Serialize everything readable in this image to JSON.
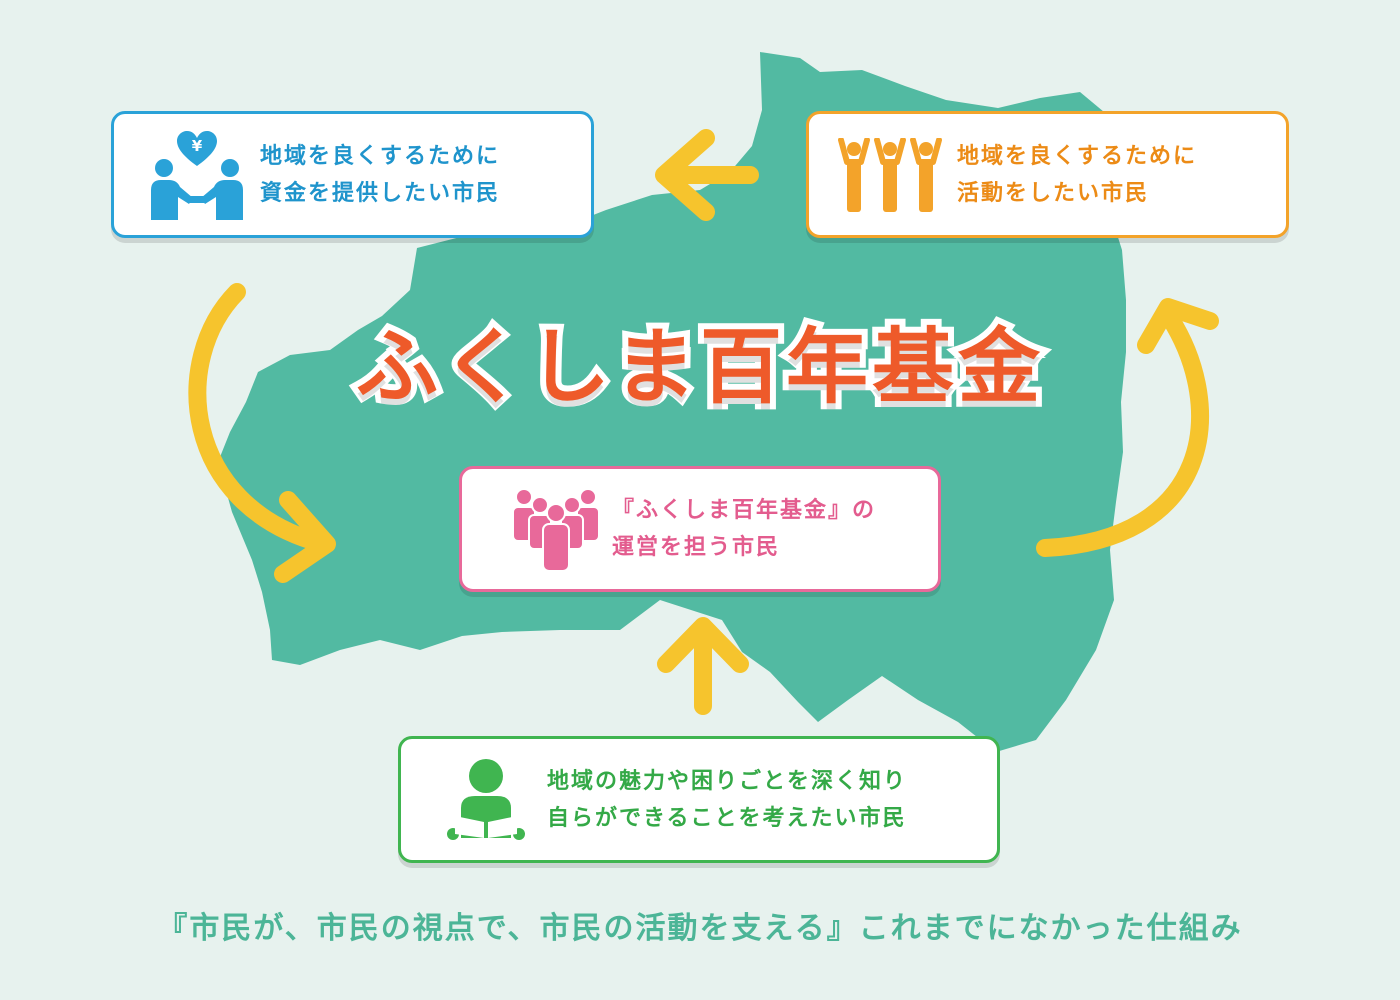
{
  "title": "ふくしま百年基金",
  "tagline": "『市民が、市民の視点で、市民の活動を支える』これまでになかった仕組み",
  "nodes": {
    "funders": {
      "line1": "地域を良くするために",
      "line2": "資金を提供したい市民",
      "icon": "handshake-yen-heart-icon",
      "heart_text": "¥",
      "color": "#2aa2d8"
    },
    "activists": {
      "line1": "地域を良くするために",
      "line2": "活動をしたい市民",
      "icon": "people-cheering-icon",
      "color": "#f3a32a"
    },
    "operators": {
      "line1": "『ふくしま百年基金』の",
      "line2": "運営を担う市民",
      "icon": "group-people-icon",
      "color": "#e8699a"
    },
    "learners": {
      "line1": "地域の魅力や困りごとを深く知り",
      "line2": "自らができることを考えたい市民",
      "icon": "person-reading-book-icon",
      "color": "#40b550"
    }
  },
  "colors": {
    "background": "#e7f2ee",
    "map": "#52baa2",
    "arrow": "#f6c42d",
    "title": "#ee5a2a",
    "tagline": "#4cb597"
  }
}
